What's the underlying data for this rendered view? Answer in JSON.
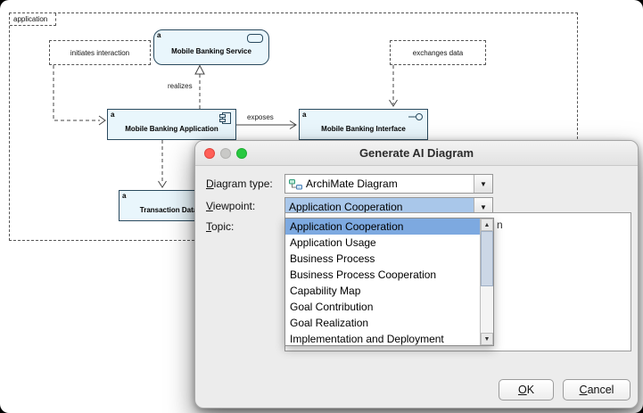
{
  "app_window": {
    "diagram": {
      "group_label": "application",
      "notes": {
        "initiates": "initiates interaction",
        "exchanges": "exchanges data"
      },
      "nodes": {
        "service": {
          "badge": "a",
          "label": "Mobile Banking Service"
        },
        "application": {
          "badge": "a",
          "label": "Mobile Banking Application"
        },
        "interface": {
          "badge": "a",
          "label": "Mobile Banking Interface"
        },
        "transaction_data": {
          "badge": "a",
          "label": "Transaction Data"
        }
      },
      "edge_labels": {
        "realizes": "realizes",
        "exposes": "exposes"
      }
    }
  },
  "dialog": {
    "title": "Generate AI Diagram",
    "fields": {
      "diagram_type": {
        "label": "Diagram type:",
        "value": "ArchiMate Diagram"
      },
      "viewpoint": {
        "label": "Viewpoint:",
        "value": "Application Cooperation"
      },
      "topic": {
        "label": "Topic:",
        "visible_fragment": "n"
      }
    },
    "dropdown": {
      "options": [
        "Application Cooperation",
        "Application Usage",
        "Business Process",
        "Business Process Cooperation",
        "Capability Map",
        "Goal Contribution",
        "Goal Realization",
        "Implementation and Deployment"
      ],
      "selected_option": "Application Cooperation"
    },
    "buttons": {
      "ok": "OK",
      "cancel": "Cancel"
    }
  },
  "icons": {
    "combo_arrow": "▼",
    "scroll_up": "▲",
    "scroll_down": "▼"
  },
  "colors": {
    "node_fill": "#e9f6fc",
    "node_border": "#2a4a5e",
    "popup_selection": "#7da9e0",
    "combo_selection": "#a9c7ea",
    "traffic_red": "#ff5f57",
    "traffic_gray": "#c9c9c7",
    "traffic_green": "#28c840"
  }
}
